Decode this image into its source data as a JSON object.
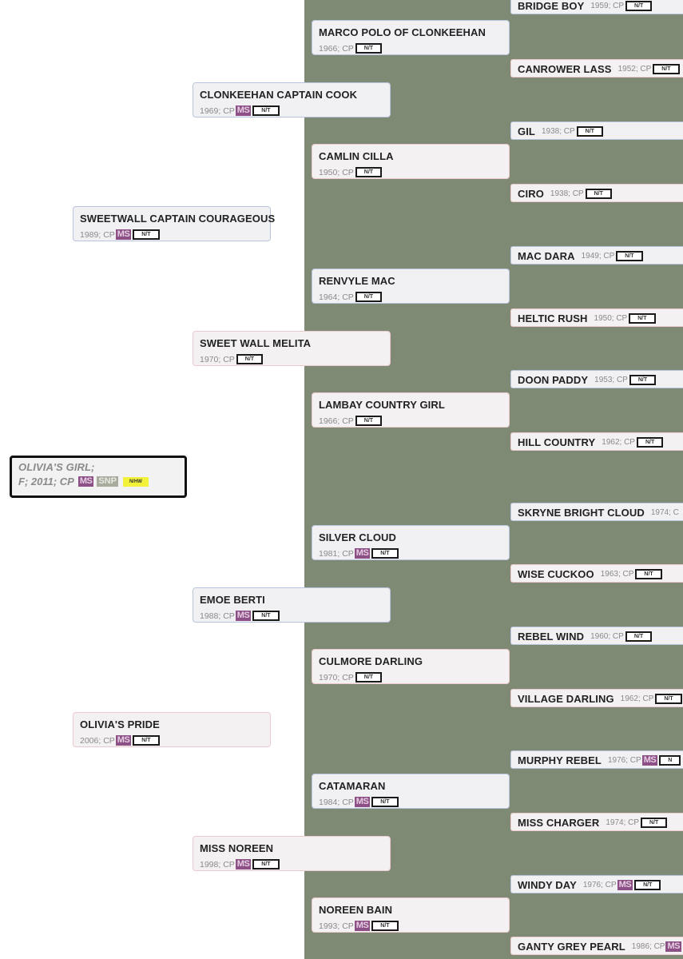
{
  "subject": {
    "name": "OLIVIA'S GIRL;",
    "details": "F; 2011; CP",
    "badges": [
      "MS",
      "SNP",
      "N/HW"
    ]
  },
  "gen1": [
    {
      "name": "SWEETWALL CAPTAIN COURAGEOUS",
      "meta": "1989; CP",
      "ms": "MS",
      "nt": "N/T",
      "sex": "male"
    },
    {
      "name": "OLIVIA'S PRIDE",
      "meta": "2006; CP",
      "ms": "MS",
      "nt": "N/T",
      "sex": "female"
    }
  ],
  "gen2": [
    {
      "name": "CLONKEEHAN CAPTAIN COOK",
      "meta": "1969; CP",
      "ms": "MS",
      "nt": "N/T",
      "sex": "male"
    },
    {
      "name": "SWEET WALL MELITA",
      "meta": "1970; CP",
      "ms": "",
      "nt": "N/T",
      "sex": "female"
    },
    {
      "name": "EMOE BERTI",
      "meta": "1988; CP",
      "ms": "MS",
      "nt": "N/T",
      "sex": "male"
    },
    {
      "name": "MISS NOREEN",
      "meta": "1998; CP",
      "ms": "MS",
      "nt": "N/T",
      "sex": "female"
    }
  ],
  "gen3": [
    {
      "name": "MARCO POLO OF CLONKEEHAN",
      "meta": "1966; CP",
      "ms": "",
      "nt": "N/T",
      "sex": "male"
    },
    {
      "name": "CAMLIN CILLA",
      "meta": "1950; CP",
      "ms": "",
      "nt": "N/T",
      "sex": "female"
    },
    {
      "name": "RENVYLE MAC",
      "meta": "1964; CP",
      "ms": "",
      "nt": "N/T",
      "sex": "male"
    },
    {
      "name": "LAMBAY COUNTRY GIRL",
      "meta": "1966; CP",
      "ms": "",
      "nt": "N/T",
      "sex": "female"
    },
    {
      "name": "SILVER CLOUD",
      "meta": "1981; CP",
      "ms": "MS",
      "nt": "N/T",
      "sex": "male"
    },
    {
      "name": "CULMORE DARLING",
      "meta": "1970; CP",
      "ms": "",
      "nt": "N/T",
      "sex": "female"
    },
    {
      "name": "CATAMARAN",
      "meta": "1984; CP",
      "ms": "MS",
      "nt": "N/T",
      "sex": "male"
    },
    {
      "name": "NOREEN BAIN",
      "meta": "1993; CP",
      "ms": "MS",
      "nt": "N/T",
      "sex": "female"
    }
  ],
  "gen4": [
    {
      "name": "BRIDGE BOY",
      "meta": "1959; CP",
      "ms": "",
      "nt": "N/T",
      "sex": "male"
    },
    {
      "name": "CANROWER LASS",
      "meta": "1952; CP",
      "ms": "",
      "nt": "N/T",
      "sex": "female"
    },
    {
      "name": "GIL",
      "meta": "1938; CP",
      "ms": "",
      "nt": "N/T",
      "sex": "male"
    },
    {
      "name": "CIRO",
      "meta": "1938; CP",
      "ms": "",
      "nt": "N/T",
      "sex": "female"
    },
    {
      "name": "MAC DARA",
      "meta": "1949; CP",
      "ms": "",
      "nt": "N/T",
      "sex": "male"
    },
    {
      "name": "HELTIC RUSH",
      "meta": "1950; CP",
      "ms": "",
      "nt": "N/T",
      "sex": "female"
    },
    {
      "name": "DOON PADDY",
      "meta": "1953; CP",
      "ms": "",
      "nt": "N/T",
      "sex": "male"
    },
    {
      "name": "HILL COUNTRY",
      "meta": "1962; CP",
      "ms": "",
      "nt": "N/T",
      "sex": "female"
    },
    {
      "name": "SKRYNE BRIGHT CLOUD",
      "meta": "1974; C",
      "ms": "",
      "nt": "",
      "sex": "male"
    },
    {
      "name": "WISE CUCKOO",
      "meta": "1963; CP",
      "ms": "",
      "nt": "N/T",
      "sex": "female"
    },
    {
      "name": "REBEL WIND",
      "meta": "1960; CP",
      "ms": "",
      "nt": "N/T",
      "sex": "male"
    },
    {
      "name": "VILLAGE DARLING",
      "meta": "1962; CP",
      "ms": "",
      "nt": "N/T",
      "sex": "female"
    },
    {
      "name": "MURPHY REBEL",
      "meta": "1976; CP",
      "ms": "MS",
      "nt": "N",
      "sex": "male"
    },
    {
      "name": "MISS CHARGER",
      "meta": "1974; CP",
      "ms": "",
      "nt": "N/T",
      "sex": "female"
    },
    {
      "name": "WINDY DAY",
      "meta": "1976; CP",
      "ms": "MS",
      "nt": "N/T",
      "sex": "male"
    },
    {
      "name": "GANTY GREY PEARL",
      "meta": "1986; CP",
      "ms": "MS",
      "nt": "",
      "sex": "female"
    }
  ]
}
